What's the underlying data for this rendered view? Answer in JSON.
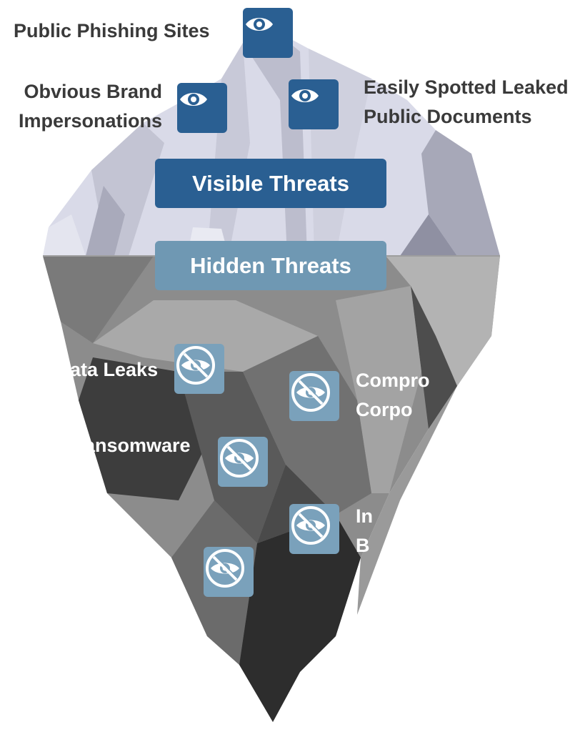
{
  "diagram": {
    "visible_band": {
      "label": "Visible Threats",
      "color": "#2a5f92"
    },
    "hidden_band": {
      "label": "Hidden Threats",
      "color": "#6f98b3"
    },
    "visible_items": [
      {
        "label": "Public Phishing Sites",
        "icon": "eye-icon"
      },
      {
        "label": "Obvious Brand\nImpersonations",
        "icon": "eye-icon"
      },
      {
        "label": "Easily Spotted Leaked\nPublic Documents",
        "icon": "eye-icon"
      }
    ],
    "hidden_items": [
      {
        "label": "ata Leaks",
        "icon": "eye-slash-icon"
      },
      {
        "label": "Compro\nCorpo",
        "icon": "eye-slash-icon"
      },
      {
        "label": "ansomware",
        "icon": "eye-slash-icon"
      },
      {
        "label": "In\nB",
        "icon": "eye-slash-icon"
      },
      {
        "label": "",
        "icon": "eye-slash-icon"
      }
    ],
    "colors": {
      "visible_icon_bg": "#2a5f92",
      "hidden_icon_bg": "#7aa1bb",
      "dark_text": "#3a3a3a",
      "light_text": "#ffffff"
    }
  }
}
